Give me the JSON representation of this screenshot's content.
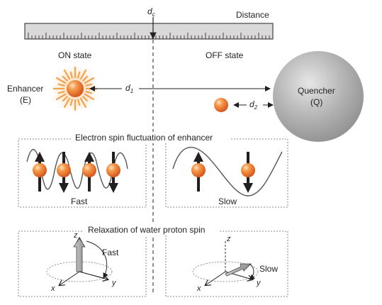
{
  "ruler": {
    "dc_label": "d",
    "dc_sub": "c",
    "distance_label": "Distance"
  },
  "states": {
    "on": "ON state",
    "off": "OFF state"
  },
  "enhancer": {
    "line1": "Enhancer",
    "line2": "(E)"
  },
  "quencher": {
    "line1": "Quencher",
    "line2": "(Q)"
  },
  "distances": {
    "d1": "d",
    "d1_sub": "1",
    "d2": "d",
    "d2_sub": "2"
  },
  "spin_panel": {
    "title": "Electron spin fluctuation of enhancer",
    "fast": "Fast",
    "slow": "Slow"
  },
  "relax_panel": {
    "title": "Relaxation of water proton spin",
    "fast": "Fast",
    "slow": "Slow",
    "axis_z": "z",
    "axis_x": "x",
    "axis_y": "y"
  },
  "colors": {
    "sphere_orange": "#f07a2e",
    "quencher_grey": "#9a9a9a",
    "ruler_grey": "#d9d9d9",
    "glow": "#f7a35a",
    "text": "#231f20"
  }
}
